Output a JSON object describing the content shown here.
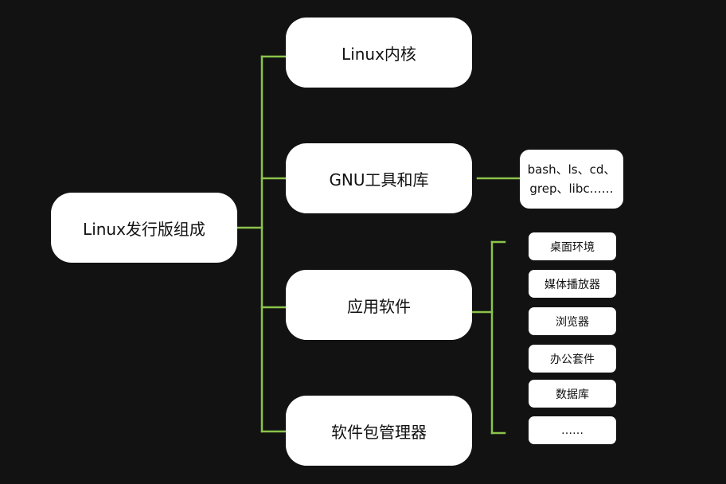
{
  "diagram": {
    "root": {
      "label": "Linux发行版组成"
    },
    "branches": [
      {
        "label": "Linux内核"
      },
      {
        "label": "GNU工具和库"
      },
      {
        "label": "应用软件"
      },
      {
        "label": "软件包管理器"
      }
    ],
    "gnu_detail": {
      "line1": "bash、ls、cd、",
      "line2": "grep、libc……"
    },
    "app_items": [
      {
        "label": "桌面环境"
      },
      {
        "label": "媒体播放器"
      },
      {
        "label": "浏览器"
      },
      {
        "label": "办公套件"
      },
      {
        "label": "数据库"
      },
      {
        "label": "……"
      }
    ]
  },
  "colors": {
    "background": "#121212",
    "node": "#ffffff",
    "connector": "#8bc34a",
    "text": "#111111"
  }
}
